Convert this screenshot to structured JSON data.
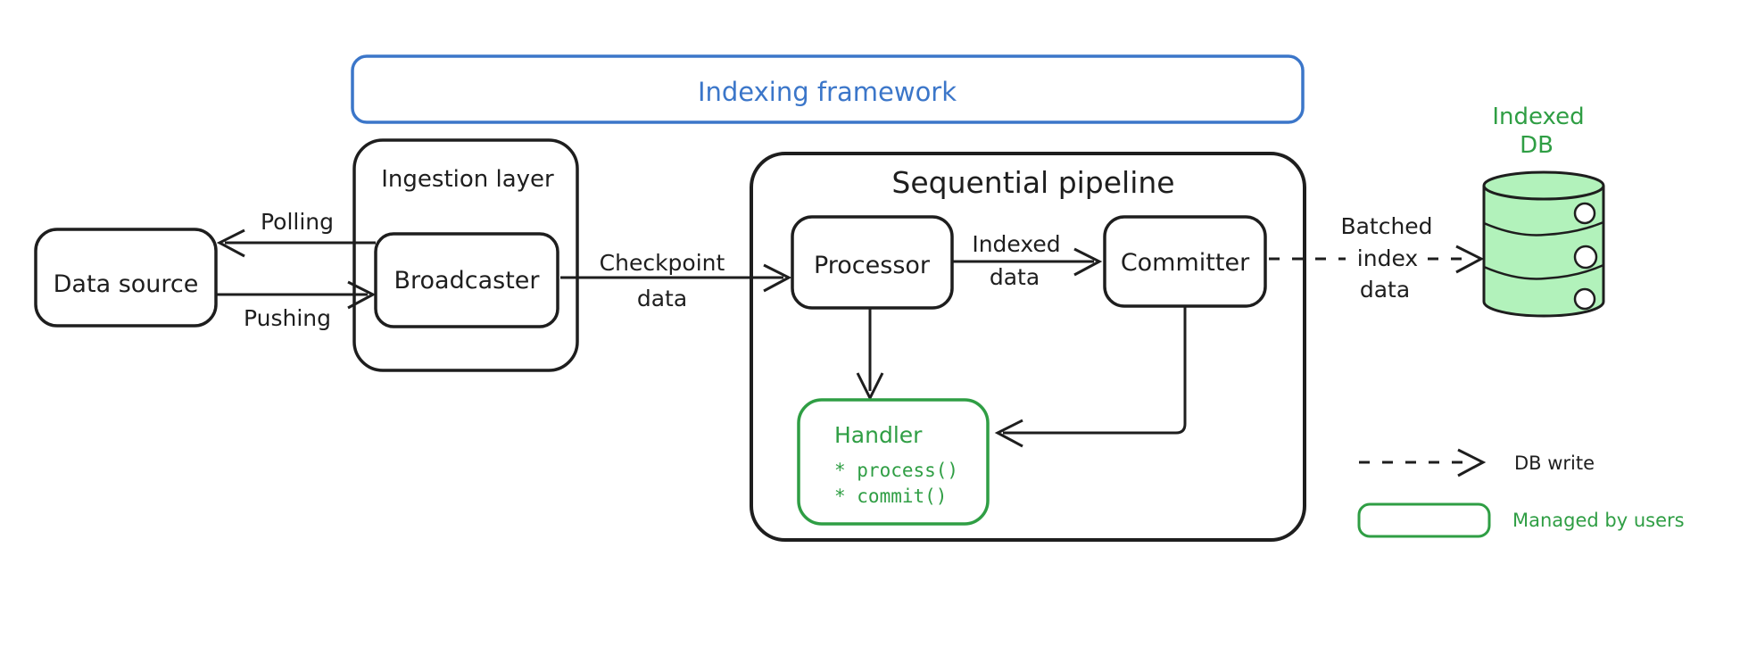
{
  "colors": {
    "black": "#1e1e1e",
    "blue": "#3b76c9",
    "green": "#2f9e44",
    "green_fill": "#b2f2bb",
    "white": "#ffffff"
  },
  "framework": {
    "label": "Indexing framework"
  },
  "data_source": {
    "label": "Data source"
  },
  "ingestion": {
    "title": "Ingestion layer",
    "broadcaster": "Broadcaster"
  },
  "pipeline": {
    "title": "Sequential pipeline",
    "processor": "Processor",
    "committer": "Committer",
    "handler": {
      "title": "Handler",
      "methods": [
        "* process()",
        "* commit()"
      ]
    }
  },
  "edges": {
    "polling": "Polling",
    "pushing": "Pushing",
    "checkpoint": [
      "Checkpoint",
      "data"
    ],
    "indexed": [
      "Indexed",
      "data"
    ],
    "batched": [
      "Batched",
      "index",
      "data"
    ]
  },
  "db": {
    "label": [
      "Indexed",
      "DB"
    ]
  },
  "legend": {
    "db_write": "DB write",
    "managed": "Managed by users"
  }
}
